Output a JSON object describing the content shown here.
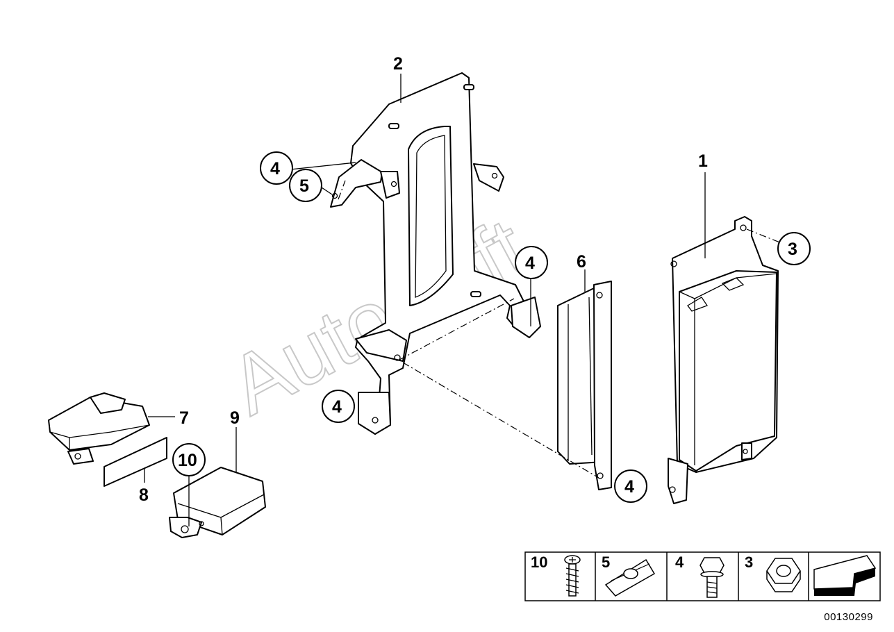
{
  "diagram": {
    "watermark": "AutoSoft",
    "drawing_number": "00130299",
    "callouts": {
      "c1": "1",
      "c2": "2",
      "c3": "3",
      "c4a": "4",
      "c4b": "4",
      "c4c": "4",
      "c4d": "4",
      "c5": "5",
      "c6": "6",
      "c7": "7",
      "c8": "8",
      "c9": "9",
      "c10": "10"
    },
    "legend": [
      {
        "number": "10",
        "icon": "screw-icon"
      },
      {
        "number": "5",
        "icon": "clip-nut-icon"
      },
      {
        "number": "4",
        "icon": "hex-bolt-icon"
      },
      {
        "number": "3",
        "icon": "hex-nut-icon"
      },
      {
        "number": "",
        "icon": "arrow-icon"
      }
    ]
  }
}
